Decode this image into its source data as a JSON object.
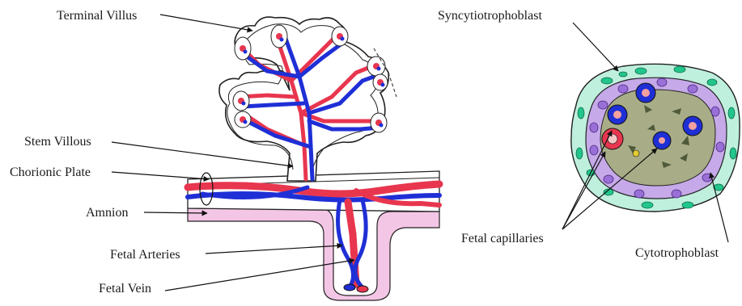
{
  "labels": {
    "terminal_villus": "Terminal Villus",
    "stem_villous": "Stem Villous",
    "chorionic_plate": "Chorionic Plate",
    "amnion": "Amnion",
    "fetal_arteries": "Fetal Arteries",
    "fetal_vein": "Fetal Vein",
    "syncytiotrophoblast": "Syncytiotrophoblast",
    "fetal_capillaries": "Fetal capillaries",
    "cytotrophoblast": "Cytotrophoblast"
  },
  "colors": {
    "artery": "#e8364f",
    "vein": "#1f2fd6",
    "amnion": "#f4c6e6",
    "syncytio": "#bff0de",
    "cytotropho": "#c6a9e8",
    "stroma": "#a9ad87",
    "cell_green": "#22c58a"
  }
}
